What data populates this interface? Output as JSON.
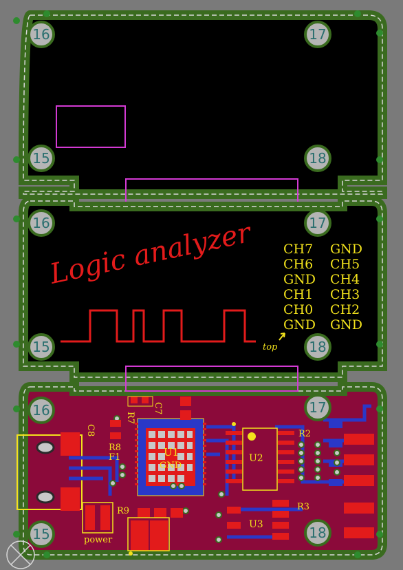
{
  "colors": {
    "background": "#7a7a7a",
    "board_outline": "#3a6b1f",
    "copper_top": "#8b0a3a",
    "keepout": "#d33ad3",
    "silk_yellow": "#f2e21c",
    "silk_red": "#e31b1b",
    "pad_gray": "#c8c8c8",
    "trace_red": "#e21b1b",
    "trace_blue": "#2a38c8"
  },
  "title": "Logic analyzer",
  "top_label": "top",
  "mounting_holes": {
    "panel1": [
      "16",
      "17",
      "15",
      "18"
    ],
    "panel2": [
      "16",
      "17",
      "15",
      "18"
    ],
    "panel3": [
      "16",
      "17",
      "15",
      "18"
    ]
  },
  "pinout": {
    "left": [
      "CH7",
      "CH6",
      "GND",
      "CH1",
      "CH0",
      "GND"
    ],
    "right": [
      "GND",
      "CH5",
      "CH4",
      "CH3",
      "CH2",
      "GND"
    ]
  },
  "components": {
    "r7": "R7",
    "c7": "C7",
    "r8": "R8",
    "f1": "F1",
    "c8": "C8",
    "r9": "R9",
    "u1": "U1",
    "u1_gnd": "GND",
    "u2": "U2",
    "u3": "U3",
    "r2": "R2",
    "r3": "R3",
    "power": "power"
  }
}
